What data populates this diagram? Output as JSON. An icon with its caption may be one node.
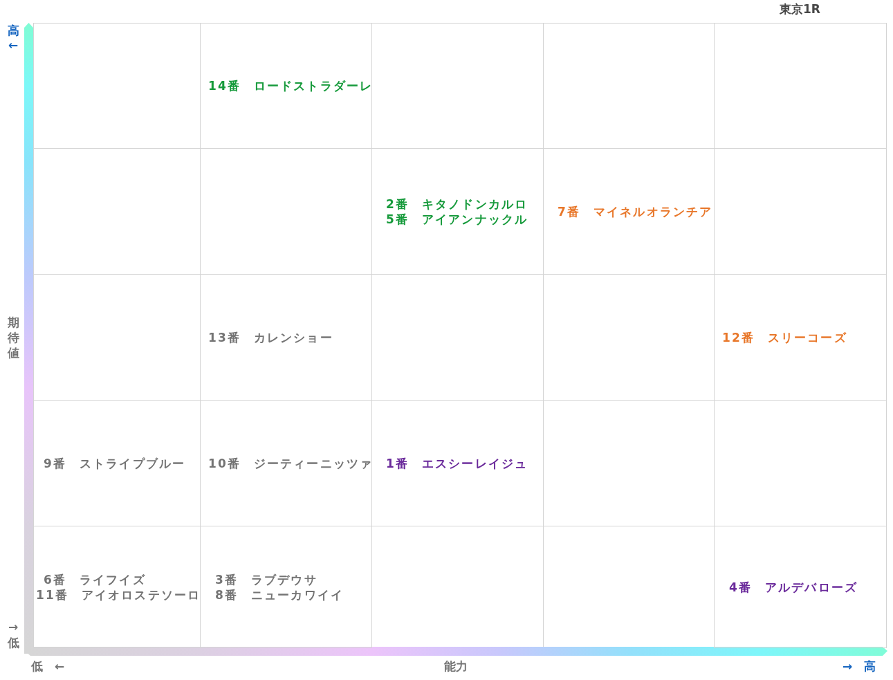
{
  "diagram": {
    "title": "東京1R",
    "nodes": [
      {
        "text": [
          "14番　ロードストラダーレ"
        ]
      },
      {
        "text": [
          "2番　キタノドンカルロ",
          "5番　アイアンナックル"
        ]
      },
      {
        "text": [
          "7番　マイネルオランチア"
        ]
      },
      {
        "text": [
          "13番　カレンショー"
        ]
      },
      {
        "text": [
          "12番　スリーコーズ"
        ]
      },
      {
        "text": [
          "9番　ストライプブルー"
        ]
      },
      {
        "text": [
          "10番　ジーティーニッツァ"
        ]
      },
      {
        "text": [
          "1番　エスシーレイジュ"
        ]
      },
      {
        "text": [
          "6番　ライフイズ",
          "11番　アイオロステソーロ"
        ]
      },
      {
        "text": [
          "3番　ラブデウサ",
          "8番　ニューカワイイ"
        ]
      },
      {
        "text": [
          "4番　アルデバローズ"
        ]
      }
    ],
    "labels": [
      "高←",
      "期待値",
      "→低",
      "低　←",
      "能力",
      "→　高"
    ]
  }
}
